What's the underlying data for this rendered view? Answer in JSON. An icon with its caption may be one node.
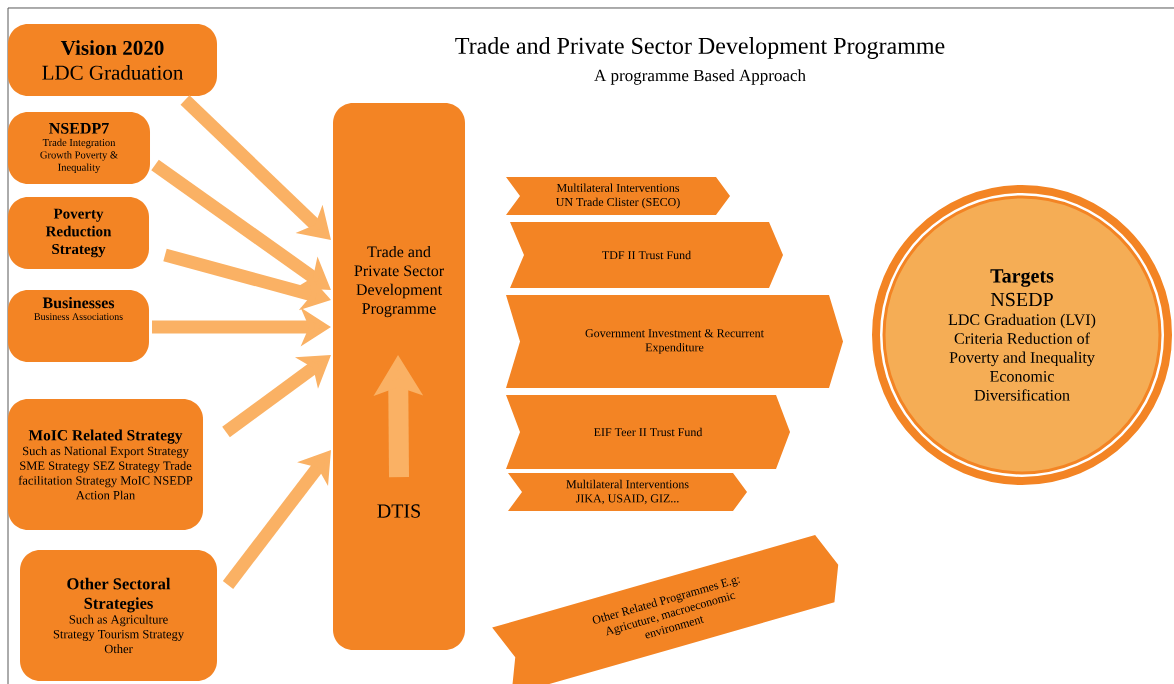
{
  "diagram": {
    "title": "Trade and Private Sector Development Programme",
    "nodes": [
      {
        "text": [
          "Vision 2020",
          "LDC Graduation"
        ]
      },
      {
        "text": [
          "NSEDP7",
          "Trade Integration Growth Poverty & Inequality"
        ]
      },
      {
        "text": [
          "Poverty Reduction Strategy"
        ]
      },
      {
        "text": [
          "Businesses",
          "Business Associations"
        ]
      },
      {
        "text": [
          "MoIC Related Strategy",
          "Such as National Export Strategy SME Strategy SEZ Strategy Trade facilitation Strategy MoIC NSEDP Action Plan"
        ]
      },
      {
        "text": [
          "Other Sectoral Strategies",
          "Such as Agriculture Strategy Tourism Strategy Other"
        ]
      },
      {
        "text": [
          "Trade and Private Sector Development Programme"
        ]
      },
      {
        "text": [
          "DTIS"
        ],
        "in": 6
      },
      {
        "text": [
          "Multilateral Interventions UN Trade Clister (SECO)"
        ]
      },
      {
        "text": [
          "TDF II Trust Fund"
        ]
      },
      {
        "text": [
          "Government Investment & Recurrent Expenditure"
        ]
      },
      {
        "text": [
          "EIF Teer II Trust Fund"
        ]
      },
      {
        "text": [
          "Multilateral Interventions JIKA, USAID, GIZ..."
        ]
      },
      {
        "text": [
          "Other Related Programmes E.g: Agricuture, macroeconomic environment"
        ]
      },
      {
        "text": [
          "Targets",
          "NSEDP",
          "LDC Graduation (LVI) Criteria Reduction of Poverty and Inequality Economic Diversification"
        ]
      }
    ],
    "edges": [
      {
        "from": 0,
        "to": 6,
        "arrow": "to"
      },
      {
        "from": 1,
        "to": 6,
        "arrow": "to"
      },
      {
        "from": 2,
        "to": 6,
        "arrow": "to"
      },
      {
        "from": 3,
        "to": 6,
        "arrow": "to"
      },
      {
        "from": 4,
        "to": 6,
        "arrow": "to"
      },
      {
        "from": 5,
        "to": 6,
        "arrow": "to"
      },
      {
        "from": 7,
        "to": 6,
        "arrow": "to"
      }
    ],
    "labels": [
      "A programme Based Approach"
    ]
  }
}
